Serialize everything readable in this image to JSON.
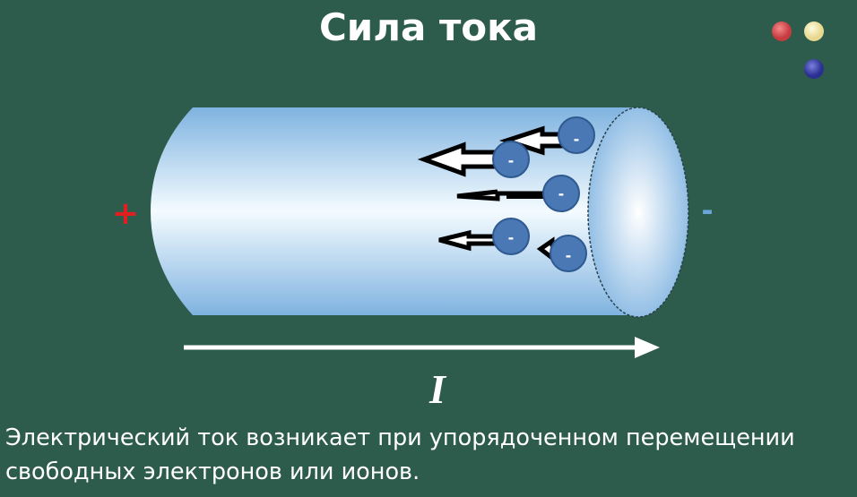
{
  "title": "Сила тока",
  "labels": {
    "plus": "+",
    "minus": "-",
    "current_symbol": "I",
    "electron_charge": "-"
  },
  "caption": {
    "line1": "Электрический ток возникает при упорядоченном перемещении",
    "line2": "свободных электронов или ионов."
  },
  "colors": {
    "background": "#2d5c4c",
    "electron": "#4a78b5",
    "plus": "#e02020",
    "minus": "#6aa6d6",
    "dot_red": "#d9484c",
    "dot_yellow": "#f3e7a8",
    "dot_blue": "#3a3fae"
  }
}
